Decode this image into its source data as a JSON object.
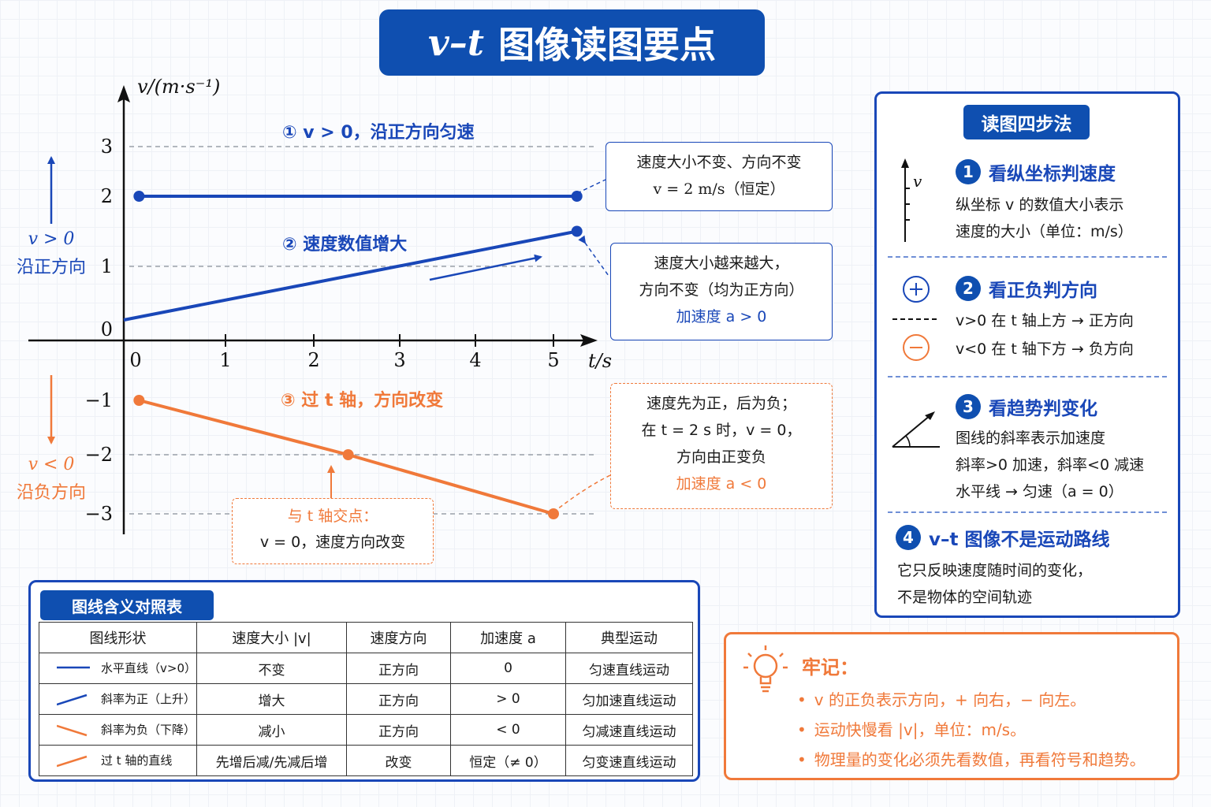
{
  "title": {
    "var": "v–t",
    "text": "图像读图要点"
  },
  "chart_data": {
    "type": "line",
    "xlabel": "t/s",
    "ylabel": "v/(m·s⁻¹)",
    "x_ticks": [
      "0",
      "1",
      "2",
      "3",
      "4",
      "5"
    ],
    "y_ticks": [
      "3",
      "2",
      "1",
      "0",
      "−1",
      "−2",
      "−3"
    ],
    "series": [
      {
        "label": "① v > 0，沿正方向匀速",
        "points": [
          [
            0.15,
            2
          ],
          [
            5.3,
            2
          ]
        ],
        "color": "#1947b8"
      },
      {
        "label": "② 速度数值增大",
        "points": [
          [
            0,
            0.15
          ],
          [
            5.3,
            1.5
          ]
        ],
        "color": "#1947b8"
      },
      {
        "label": "③ 过 t 轴，方向改变",
        "points": [
          [
            0.15,
            -1
          ],
          [
            2.4,
            -2
          ],
          [
            5.0,
            -3
          ]
        ],
        "color": "#f0793a"
      }
    ]
  },
  "side_labels": {
    "pos_math": "v > 0",
    "pos_text": "沿正方向",
    "neg_math": "v < 0",
    "neg_text": "沿负方向"
  },
  "callouts": {
    "c1": {
      "l1": "速度大小不变、方向不变",
      "l2": "v = 2 m/s（恒定）"
    },
    "c2": {
      "l1": "速度大小越来越大，",
      "l2": "方向不变（均为正方向）",
      "l3": "加速度 a > 0"
    },
    "c3": {
      "l1": "速度先为正，后为负；",
      "l2": "在 t = 2 s 时，v = 0，",
      "l3": "方向由正变负",
      "l4": "加速度 a < 0"
    },
    "c4": {
      "l1": "与 t 轴交点：",
      "l2": "v = 0，速度方向改变"
    }
  },
  "panel": {
    "title": "读图四步法",
    "steps": [
      {
        "num": "1",
        "head": "看纵坐标判速度",
        "lines": [
          "纵坐标 v 的数值大小表示",
          "速度的大小（单位：m/s）"
        ]
      },
      {
        "num": "2",
        "head": "看正负判方向",
        "lines": [
          "v>0 在 t 轴上方 → 正方向",
          "v<0 在 t 轴下方 → 负方向"
        ]
      },
      {
        "num": "3",
        "head": "看趋势判变化",
        "lines": [
          "图线的斜率表示加速度",
          "斜率>0 加速，斜率<0 减速",
          "水平线 → 匀速（a = 0）"
        ]
      },
      {
        "num": "4",
        "head": "v–t 图像不是运动路线",
        "lines": [
          "它只反映速度随时间的变化，",
          "不是物体的空间轨迹"
        ]
      }
    ]
  },
  "table": {
    "title": "图线含义对照表",
    "headers": [
      "图线形状",
      "速度大小 |v|",
      "速度方向",
      "加速度 a",
      "典型运动"
    ],
    "rows": [
      {
        "shape": "水平直线（v>0）",
        "size": "不变",
        "dir": "正方向",
        "acc": "0",
        "motion": "匀速直线运动",
        "color": "#1947b8"
      },
      {
        "shape": "斜率为正（上升）",
        "size": "增大",
        "dir": "正方向",
        "acc": "> 0",
        "motion": "匀加速直线运动",
        "color": "#1947b8"
      },
      {
        "shape": "斜率为负（下降）",
        "size": "减小",
        "dir": "正方向",
        "acc": "< 0",
        "motion": "匀减速直线运动",
        "color": "#f0793a"
      },
      {
        "shape": "过 t 轴的直线",
        "size": "先增后减/先减后增",
        "dir": "改变",
        "acc": "恒定（≠ 0）",
        "motion": "匀变速直线运动",
        "color": "#f0793a"
      }
    ]
  },
  "memo": {
    "title": "牢记：",
    "items": [
      "v 的正负表示方向，+ 向右，− 向左。",
      "运动快慢看 |v|，单位：m/s。",
      "物理量的变化必须先看数值，再看符号和趋势。"
    ]
  },
  "colors": {
    "blue": "#1947b8",
    "orange": "#f0793a",
    "banner": "#0f4fb0"
  }
}
